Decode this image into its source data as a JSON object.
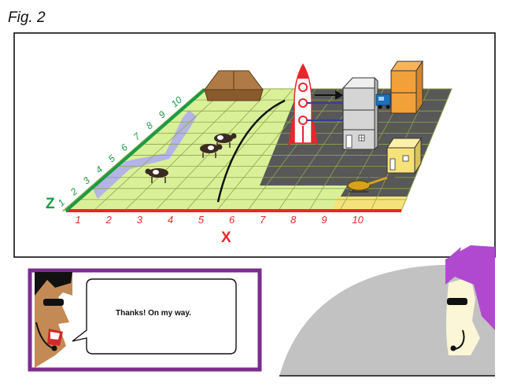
{
  "figure": {
    "label": "Fig. 2"
  },
  "axes": {
    "x_label": "X",
    "z_label": "Z",
    "x_ticks": [
      "1",
      "2",
      "3",
      "4",
      "5",
      "6",
      "7",
      "8",
      "9",
      "10"
    ],
    "z_ticks": [
      "1",
      "2",
      "3",
      "4",
      "5",
      "6",
      "7",
      "8",
      "9",
      "10"
    ]
  },
  "dialog": {
    "speech_text": "Thanks! On my way."
  },
  "colors": {
    "grass": "#d9f098",
    "pavement": "#585858",
    "water": "#b4b4e6",
    "x_axis": "#e8262b",
    "z_axis": "#1c9a45",
    "frame": "#7b2d8e",
    "barn": "#9b6a3c",
    "building_orange": "#f2a03a",
    "building_yellow": "#f5e27a",
    "building_gray": "#d5d5d5"
  },
  "icons": [
    "barn-icon",
    "rocket-icon",
    "cow-icon",
    "helicopter-icon",
    "truck-icon",
    "building-icon",
    "headset-icon"
  ]
}
